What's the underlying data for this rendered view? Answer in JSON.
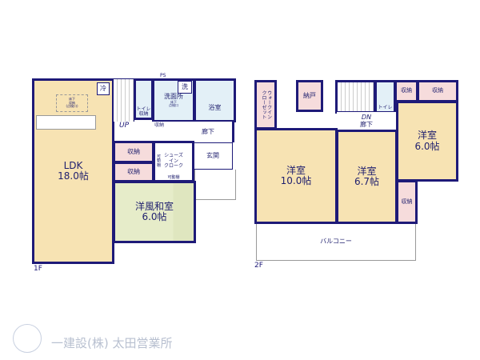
{
  "floor1": {
    "label": "1F",
    "ldk": {
      "name": "LDK",
      "size": "18.0帖"
    },
    "fridge": "冷",
    "underfloor": "床下\n収納\n(点検口)",
    "stairs": "UP",
    "toilet": "トイレ",
    "toilet_storage": "収納",
    "ps": "PS",
    "washroom": "洗面所",
    "washer": "洗",
    "washroom_underfloor": "床下\n点検口",
    "bath": "浴室",
    "hall": "廊下",
    "hall_storage": "収納",
    "storage1": "収納",
    "storage2": "収納",
    "shelf_side": "可動棚",
    "shoe_closet": "シューズ\nイン\nクローク",
    "shelf_bottom": "可動棚",
    "entrance": "玄関",
    "japanese_room": {
      "name": "洋風和室",
      "size": "6.0帖"
    }
  },
  "floor2": {
    "label": "2F",
    "wic": "ウォークイン\nクローゼット",
    "nando": "納戸",
    "stairs": "DN",
    "hall": "廊下",
    "toilet": "トイレ",
    "storage_a": "収納",
    "storage_b": "収納",
    "room10": {
      "name": "洋室",
      "size": "10.0帖"
    },
    "room67": {
      "name": "洋室",
      "size": "6.7帖"
    },
    "room6": {
      "name": "洋室",
      "size": "6.0帖"
    },
    "storage_c": "収納",
    "balcony": "バルコニー"
  },
  "footer": {
    "company": "一建設(株) 太田営業所"
  }
}
